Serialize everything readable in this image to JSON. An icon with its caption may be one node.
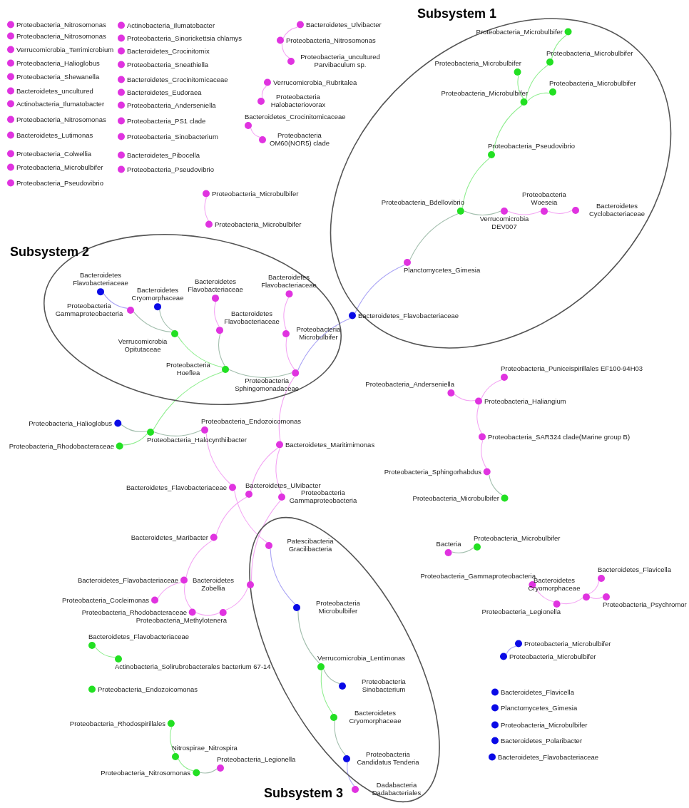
{
  "diagram": {
    "nodes": [
      {
        "text": [
          "Proteobacteria_Nitrosomonas"
        ]
      },
      {
        "text": [
          "Proteobacteria_Nitrosomonas"
        ]
      },
      {
        "text": [
          "Verrucomicrobia_Terrimicrobium"
        ]
      },
      {
        "text": [
          "Proteobacteria_Halioglobus"
        ]
      },
      {
        "text": [
          "Proteobacteria_Shewanella"
        ]
      },
      {
        "text": [
          "Bacteroidetes_uncultured"
        ]
      },
      {
        "text": [
          "Actinobacteria_Ilumatobacter"
        ]
      },
      {
        "text": [
          "Proteobacteria_Nitrosomonas"
        ]
      },
      {
        "text": [
          "Bacteroidetes_Lutimonas"
        ]
      },
      {
        "text": [
          "Proteobacteria_Colwellia"
        ]
      },
      {
        "text": [
          "Proteobacteria_Microbulbifer"
        ]
      },
      {
        "text": [
          "Proteobacteria_Pseudovibrio"
        ]
      },
      {
        "text": [
          "Actinobacteria_Ilumatobacter"
        ]
      },
      {
        "text": [
          "Proteobacteria_Sinorickettsia chlamys"
        ]
      },
      {
        "text": [
          "Bacteroidetes_Crocinitomix"
        ]
      },
      {
        "text": [
          "Proteobacteria_Sneathiella"
        ]
      },
      {
        "text": [
          "Bacteroidetes_Crocinitomicaceae"
        ]
      },
      {
        "text": [
          "Bacteroidetes_Eudoraea"
        ]
      },
      {
        "text": [
          "Proteobacteria_Anderseniella"
        ]
      },
      {
        "text": [
          "Proteobacteria_PS1 clade"
        ]
      },
      {
        "text": [
          "Proteobacteria_Sinobacterium"
        ]
      },
      {
        "text": [
          "Bacteroidetes_Pibocella"
        ]
      },
      {
        "text": [
          "Proteobacteria_Pseudovibrio"
        ]
      },
      {
        "text": [
          "Bacteroidetes_Ulvibacter"
        ]
      },
      {
        "text": [
          "Proteobacteria_Nitrosomonas"
        ]
      },
      {
        "text": [
          "Proteobacteria_uncultured Parvibaculum sp."
        ]
      },
      {
        "text": [
          "Verrucomicrobia_Rubritalea"
        ]
      },
      {
        "text": [
          "Proteobacteria Halobacteriovorax"
        ]
      },
      {
        "text": [
          "Bacteroidetes_Crocinitomicaceae"
        ]
      },
      {
        "text": [
          "Proteobacteria OM60(NOR5) clade"
        ]
      },
      {
        "text": [
          "Proteobacteria_Microbulbifer"
        ]
      },
      {
        "text": [
          "Proteobacteria_Microbulbifer"
        ]
      },
      {
        "text": [
          "Subsystem 1"
        ]
      },
      {
        "text": [
          "Proteobacteria_Microbulbifer"
        ],
        "in": 32
      },
      {
        "text": [
          "Proteobacteria_Microbulbifer"
        ],
        "in": 32
      },
      {
        "text": [
          "Proteobacteria_Microbulbifer"
        ],
        "in": 32
      },
      {
        "text": [
          "Proteobacteria_Microbulbifer"
        ],
        "in": 32
      },
      {
        "text": [
          "Proteobacteria_Microbulbifer"
        ],
        "in": 32
      },
      {
        "text": [
          "Proteobacteria_Pseudovibrio"
        ],
        "in": 32
      },
      {
        "text": [
          "Proteobacteria_Bdellovibrio"
        ],
        "in": 32
      },
      {
        "text": [
          "Verrucomicrobia DEV007"
        ],
        "in": 32
      },
      {
        "text": [
          "Proteobacteria Woeseia"
        ],
        "in": 32
      },
      {
        "text": [
          "Bacteroidetes Cyclobacteriaceae"
        ],
        "in": 32
      },
      {
        "text": [
          "Planctomycetes_Gimesia"
        ],
        "in": 32
      },
      {
        "text": [
          "Subsystem 2"
        ]
      },
      {
        "text": [
          "Bacteroidetes Flavobacteriaceae"
        ],
        "in": 44
      },
      {
        "text": [
          "Bacteroidetes Cryomorphaceae"
        ],
        "in": 44
      },
      {
        "text": [
          "Proteobacteria Gammaproteobacteria"
        ],
        "in": 44
      },
      {
        "text": [
          "Verrucomicrobia Opitutaceae"
        ],
        "in": 44
      },
      {
        "text": [
          "Bacteroidetes Flavobacteriaceae"
        ],
        "in": 44
      },
      {
        "text": [
          "Bacteroidetes Flavobacteriaceae"
        ],
        "in": 44
      },
      {
        "text": [
          "Bacteroidetes Flavobacteriaceae"
        ],
        "in": 44
      },
      {
        "text": [
          "Proteobacteria Microbulbifer"
        ],
        "in": 44
      },
      {
        "text": [
          "Proteobacteria Hoeflea"
        ],
        "in": 44
      },
      {
        "text": [
          "Proteobacteria Sphingomonadaceae"
        ],
        "in": 44
      },
      {
        "text": [
          "Bacteroidetes_Flavobacteriaceae"
        ]
      },
      {
        "text": [
          "Proteobacteria_Halioglobus"
        ]
      },
      {
        "text": [
          "Proteobacteria_Endozoicomonas"
        ]
      },
      {
        "text": [
          "Proteobacteria_Halocynthiibacter"
        ]
      },
      {
        "text": [
          "Proteobacteria_Rhodobacteraceae"
        ]
      },
      {
        "text": [
          "Bacteroidetes_Maritimimonas"
        ]
      },
      {
        "text": [
          "Bacteroidetes_Flavobacteriaceae"
        ]
      },
      {
        "text": [
          "Bacteroidetes_Ulvibacter"
        ]
      },
      {
        "text": [
          "Proteobacteria Gammaproteobacteria"
        ]
      },
      {
        "text": [
          "Bacteroidetes_Maribacter"
        ]
      },
      {
        "text": [
          "Bacteroidetes_Flavobacteriaceae"
        ]
      },
      {
        "text": [
          "Proteobacteria_Cocleimonas"
        ]
      },
      {
        "text": [
          "Bacteroidetes Zobellia"
        ]
      },
      {
        "text": [
          "Proteobacteria_Rhodobacteraceae"
        ]
      },
      {
        "text": [
          "Proteobacteria_Methylotenera"
        ]
      },
      {
        "text": [
          "Subsystem 3"
        ]
      },
      {
        "text": [
          "Patescibacteria Gracilibacteria"
        ],
        "in": 70
      },
      {
        "text": [
          "Proteobacteria Microbulbifer"
        ],
        "in": 70
      },
      {
        "text": [
          "Verrucomicrobia_Lentimonas"
        ],
        "in": 70
      },
      {
        "text": [
          "Proteobacteria Sinobacterium"
        ],
        "in": 70
      },
      {
        "text": [
          "Bacteroidetes Cryomorphaceae"
        ],
        "in": 70
      },
      {
        "text": [
          "Proteobacteria Candidatus Tenderia"
        ],
        "in": 70
      },
      {
        "text": [
          "Dadabacteria Dadabacteriales"
        ],
        "in": 70
      },
      {
        "text": [
          "Proteobacteria_Puniceispirillales EF100-94H03"
        ]
      },
      {
        "text": [
          "Proteobacteria_Anderseniella"
        ]
      },
      {
        "text": [
          "Proteobacteria_Haliangium"
        ]
      },
      {
        "text": [
          "Proteobacteria_SAR324 clade(Marine group B)"
        ]
      },
      {
        "text": [
          "Proteobacteria_Sphingorhabdus"
        ]
      },
      {
        "text": [
          "Proteobacteria_Microbulbifer"
        ]
      },
      {
        "text": [
          "Bacteria"
        ]
      },
      {
        "text": [
          "Proteobacteria_Microbulbifer"
        ]
      },
      {
        "text": [
          "Proteobacteria_Gammaproteobacteria"
        ]
      },
      {
        "text": [
          "Bacteroidetes_Flavicella"
        ]
      },
      {
        "text": [
          "Bacteroidetes Cryomorphaceae"
        ]
      },
      {
        "text": [
          "Proteobacteria_Legionella"
        ]
      },
      {
        "text": [
          "Proteobacteria_Psychromor"
        ]
      },
      {
        "text": [
          "Proteobacteria_Microbulbifer"
        ]
      },
      {
        "text": [
          "Proteobacteria_Microbulbifer"
        ]
      },
      {
        "text": [
          "Bacteroidetes_Flavicella"
        ]
      },
      {
        "text": [
          "Planctomycetes_Gimesia"
        ]
      },
      {
        "text": [
          "Proteobacteria_Microbulbifer"
        ]
      },
      {
        "text": [
          "Bacteroidetes_Polaribacter"
        ]
      },
      {
        "text": [
          "Bacteroidetes_Flavobacteriaceae"
        ]
      },
      {
        "text": [
          "Bacteroidetes_Flavobacteriaceae"
        ]
      },
      {
        "text": [
          "Actinobacteria_Solirubrobacterales bacterium 67-14"
        ]
      },
      {
        "text": [
          "Proteobacteria_Endozoicomonas"
        ]
      },
      {
        "text": [
          "Proteobacteria_Rhodospirillales"
        ]
      },
      {
        "text": [
          "Nitrospirae_Nitrospira"
        ]
      },
      {
        "text": [
          "Proteobacteria_Nitrosomonas"
        ]
      },
      {
        "text": [
          "Proteobacteria_Legionella"
        ]
      }
    ],
    "edges": [
      {
        "from": 23,
        "to": 24,
        "arrow": "none"
      },
      {
        "from": 24,
        "to": 25,
        "arrow": "none"
      },
      {
        "from": 26,
        "to": 27,
        "arrow": "none"
      },
      {
        "from": 28,
        "to": 29,
        "arrow": "none"
      },
      {
        "from": 30,
        "to": 31,
        "arrow": "none"
      },
      {
        "from": 33,
        "to": 34,
        "arrow": "none",
        "color": "#90ee90"
      },
      {
        "from": 34,
        "to": 37,
        "arrow": "none",
        "color": "#90ee90"
      },
      {
        "from": 35,
        "to": 37,
        "arrow": "none",
        "color": "#90ee90"
      },
      {
        "from": 36,
        "to": 37,
        "arrow": "none",
        "color": "#90ee90"
      },
      {
        "from": 37,
        "to": 38,
        "arrow": "none",
        "color": "#90ee90"
      },
      {
        "from": 38,
        "to": 39,
        "arrow": "none",
        "color": "#90ee90"
      },
      {
        "from": 39,
        "to": 40,
        "arrow": "none",
        "color": "#a3bfae"
      },
      {
        "from": 40,
        "to": 41,
        "arrow": "none"
      },
      {
        "from": 41,
        "to": 42,
        "arrow": "none"
      },
      {
        "from": 39,
        "to": 43,
        "arrow": "none",
        "color": "#a3bfae"
      },
      {
        "from": 43,
        "to": 55,
        "arrow": "none",
        "color": "#aaa4f5"
      },
      {
        "from": 55,
        "to": 54,
        "arrow": "none",
        "color": "#aaa4f5"
      },
      {
        "from": 45,
        "to": 47,
        "arrow": "none",
        "color": "#aaa4f5"
      },
      {
        "from": 47,
        "to": 48,
        "arrow": "none",
        "color": "#a3bfae"
      },
      {
        "from": 46,
        "to": 48,
        "arrow": "none",
        "color": "#a3bfae"
      },
      {
        "from": 48,
        "to": 53,
        "arrow": "none",
        "color": "#90ee90"
      },
      {
        "from": 49,
        "to": 51,
        "arrow": "none"
      },
      {
        "from": 51,
        "to": 53,
        "arrow": "none",
        "color": "#a3bfae"
      },
      {
        "from": 50,
        "to": 52,
        "arrow": "none"
      },
      {
        "from": 52,
        "to": 54,
        "arrow": "none"
      },
      {
        "from": 53,
        "to": 54,
        "arrow": "none",
        "color": "#a3bfae"
      },
      {
        "from": 53,
        "to": 58,
        "arrow": "none",
        "color": "#90ee90"
      },
      {
        "from": 58,
        "to": 57,
        "arrow": "none",
        "color": "#a3bfae"
      },
      {
        "from": 56,
        "to": 58,
        "arrow": "none",
        "color": "#a3bfae"
      },
      {
        "from": 59,
        "to": 58,
        "arrow": "none",
        "color": "#90ee90"
      },
      {
        "from": 54,
        "to": 60,
        "arrow": "none"
      },
      {
        "from": 60,
        "to": 62,
        "arrow": "none"
      },
      {
        "from": 60,
        "to": 63,
        "arrow": "none"
      },
      {
        "from": 57,
        "to": 61,
        "arrow": "none"
      },
      {
        "from": 61,
        "to": 71,
        "arrow": "none"
      },
      {
        "from": 62,
        "to": 64,
        "arrow": "none"
      },
      {
        "from": 63,
        "to": 67,
        "arrow": "none"
      },
      {
        "from": 64,
        "to": 65,
        "arrow": "none"
      },
      {
        "from": 65,
        "to": 66,
        "arrow": "none"
      },
      {
        "from": 65,
        "to": 68,
        "arrow": "none"
      },
      {
        "from": 68,
        "to": 69,
        "arrow": "none"
      },
      {
        "from": 69,
        "to": 67,
        "arrow": "none"
      },
      {
        "from": 71,
        "to": 72,
        "arrow": "none",
        "color": "#aaa4f5"
      },
      {
        "from": 72,
        "to": 73,
        "arrow": "none",
        "color": "#a3bfae"
      },
      {
        "from": 73,
        "to": 74,
        "arrow": "none",
        "color": "#a3bfae"
      },
      {
        "from": 73,
        "to": 75,
        "arrow": "none",
        "color": "#90ee90"
      },
      {
        "from": 75,
        "to": 76,
        "arrow": "none",
        "color": "#a3bfae"
      },
      {
        "from": 76,
        "to": 77,
        "arrow": "none",
        "color": "#aaa4f5"
      },
      {
        "from": 79,
        "to": 80,
        "arrow": "none"
      },
      {
        "from": 78,
        "to": 80,
        "arrow": "none"
      },
      {
        "from": 80,
        "to": 81,
        "arrow": "none"
      },
      {
        "from": 81,
        "to": 82,
        "arrow": "none"
      },
      {
        "from": 82,
        "to": 83,
        "arrow": "none",
        "color": "#a3bfae"
      },
      {
        "from": 84,
        "to": 85,
        "arrow": "none",
        "color": "#a3bfae"
      },
      {
        "from": 86,
        "to": 89,
        "arrow": "none"
      },
      {
        "from": 89,
        "to": 88,
        "arrow": "none"
      },
      {
        "from": 88,
        "to": 87,
        "arrow": "none"
      },
      {
        "from": 88,
        "to": 90,
        "arrow": "none"
      },
      {
        "from": 91,
        "to": 92,
        "arrow": "none",
        "color": "#aaa4f5"
      },
      {
        "from": 98,
        "to": 99,
        "arrow": "none",
        "color": "#90ee90"
      },
      {
        "from": 101,
        "to": 102,
        "arrow": "none",
        "color": "#90ee90"
      },
      {
        "from": 102,
        "to": 103,
        "arrow": "none",
        "color": "#90ee90"
      },
      {
        "from": 103,
        "to": 104,
        "arrow": "none",
        "color": "#a3bfae"
      }
    ]
  }
}
